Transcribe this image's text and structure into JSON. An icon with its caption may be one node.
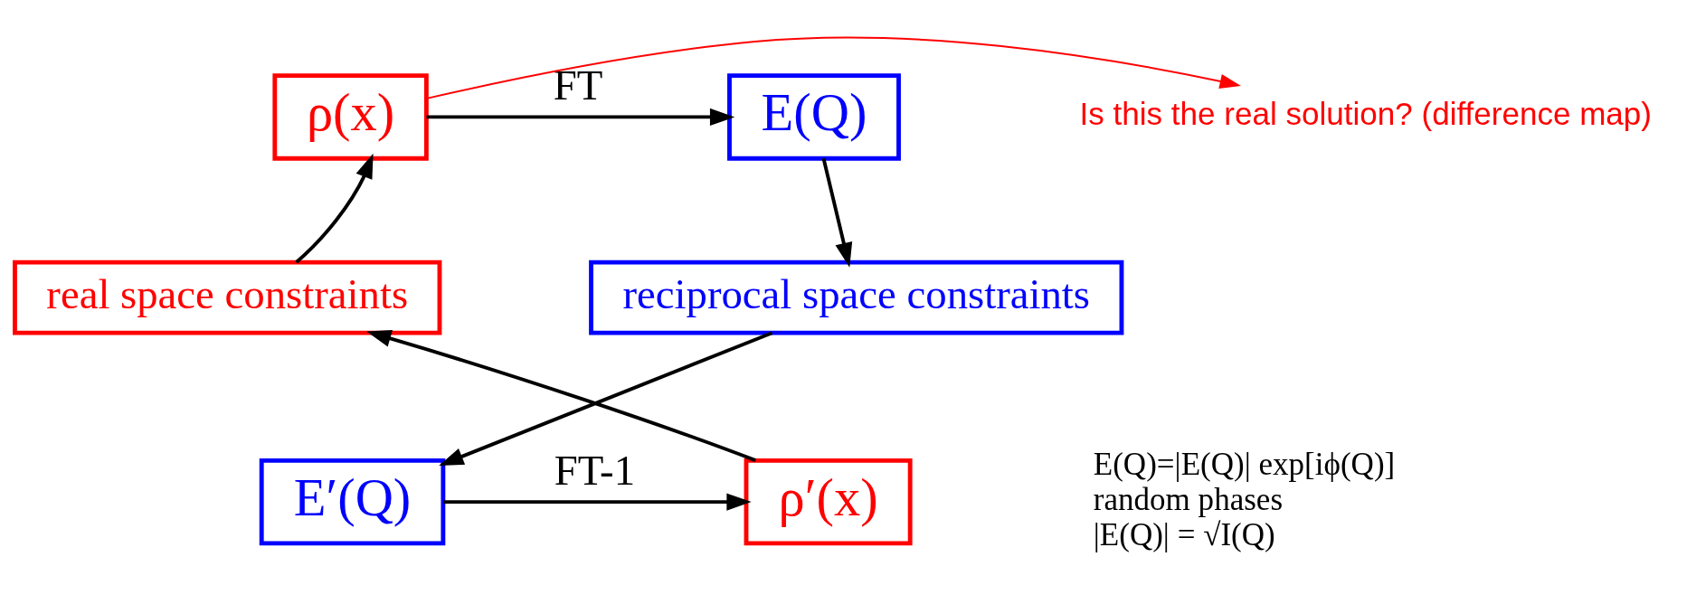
{
  "diagram": {
    "nodes": [
      {
        "text": [
          "ρ(x)"
        ]
      },
      {
        "text": [
          "E(Q)"
        ]
      },
      {
        "text": [
          "reciprocal space constraints"
        ]
      },
      {
        "text": [
          "E′(Q)"
        ],
        "beside": [
          "E(Q)=|E(Q)| exp[iϕ(Q)]",
          "random phases",
          "|E(Q)| = √I(Q)"
        ]
      },
      {
        "text": [
          "ρ′(x)"
        ]
      },
      {
        "text": [
          "real space constraints"
        ]
      },
      {
        "text": [
          "Is this the real solution? (difference map)"
        ]
      }
    ],
    "edges": [
      {
        "from": 0,
        "to": 1,
        "arrow": "to",
        "label": "FT"
      },
      {
        "from": 1,
        "to": 2,
        "arrow": "to"
      },
      {
        "from": 2,
        "to": 3,
        "arrow": "to"
      },
      {
        "from": 3,
        "to": 4,
        "arrow": "to",
        "label": "FT-1"
      },
      {
        "from": 4,
        "to": 5,
        "arrow": "to"
      },
      {
        "from": 5,
        "to": 0,
        "arrow": "to"
      },
      {
        "from": 0,
        "to": 6,
        "arrow": "to",
        "color": "#ff0000"
      }
    ]
  }
}
